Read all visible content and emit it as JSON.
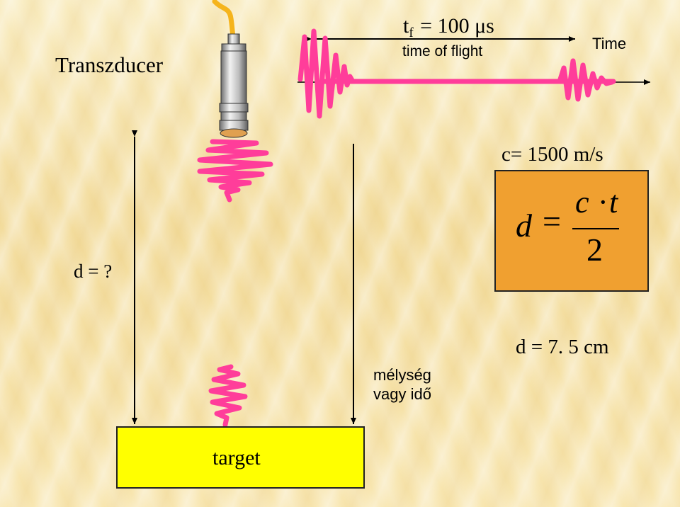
{
  "labels": {
    "transducer": "Transzducer",
    "tf_main": "t",
    "tf_sub": "f",
    "tf_value": " = 100 μs",
    "time_of_flight": "time of flight",
    "time_axis": "Time",
    "speed": "c= 1500 m/s",
    "d_unknown": "d = ?",
    "result": "d = 7. 5 cm",
    "melyseg_line1": "mélység",
    "melyseg_line2": "vagy idő",
    "target": "target"
  },
  "formula": {
    "lhs": "d",
    "equals": "=",
    "numerator_c": "c",
    "numerator_dot": "·",
    "numerator_t": "t",
    "denominator": "2"
  },
  "colors": {
    "pulse": "#ff3d9a",
    "cable": "#f5b41c",
    "formula_box": "#f0a030",
    "target_box": "#ffff00",
    "lens": "#e0a050"
  }
}
